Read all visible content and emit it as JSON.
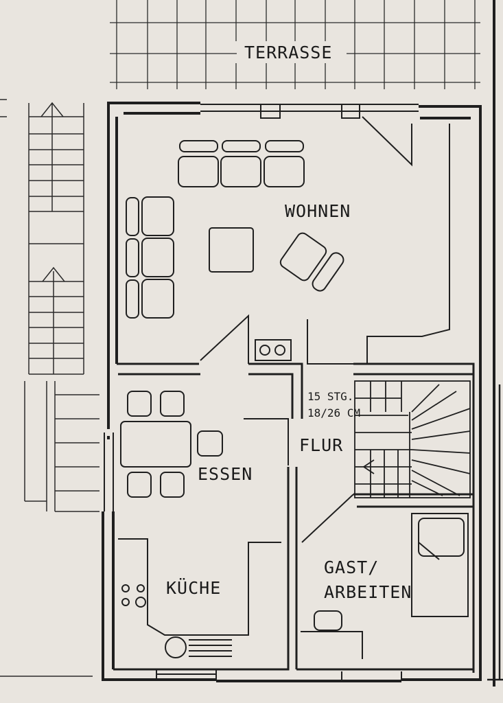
{
  "rooms": {
    "terrasse": "TERRASSE",
    "wohnen": "WOHNEN",
    "essen": "ESSEN",
    "flur": "FLUR",
    "kueche": "KÜCHE",
    "gast_line1": "GAST/",
    "gast_line2": "ARBEITEN"
  },
  "stair_note": {
    "line1": "15 STG.",
    "line2": "18/26 CM"
  },
  "colors": {
    "paper": "#e9e5df",
    "ink": "#1f1f1f"
  }
}
